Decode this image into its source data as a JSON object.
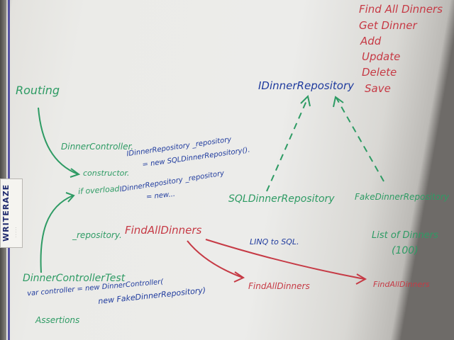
{
  "board": {
    "methods_list": [
      "Find All Dinners",
      "Get Dinner",
      "Add",
      "Update",
      "Delete",
      "Save"
    ],
    "interface_name": "IDinnerRepository",
    "sql_repo": "SQLDinnerRepository",
    "fake_repo": "FakeDinnerRepository",
    "routing": "Routing",
    "controller": "DinnerController.",
    "constructor": "constructor.",
    "ctor_code_1": "IDinnerRepository _repository",
    "ctor_code_2": "= new SQLDinnerRepository().",
    "overload": "if overload",
    "overload_code_1": "IDinnerRepository _repository",
    "overload_code_2": "= new...",
    "repo_call_prefix": "_repository.",
    "repo_call_method": "FindAllDinners",
    "linq": "LINQ to SQL.",
    "list_of_dinners": "List of Dinners",
    "list_count": "(100)",
    "find_sql": "FindAllDinners",
    "find_fake": "FindAllDinners",
    "test_class": "DinnerControllerTest",
    "test_code_1": "var controller = new DinnerController(",
    "test_code_2": "new FakeDinnerRepository)",
    "assertions": "Assertions"
  },
  "logo": {
    "brand": "WRITERAZE",
    "tagline": "· · · · ·"
  },
  "colors": {
    "red_marker": "#c63a45",
    "green_marker": "#2e9b64",
    "blue_marker": "#1f3b9e",
    "board": "#ececea"
  }
}
